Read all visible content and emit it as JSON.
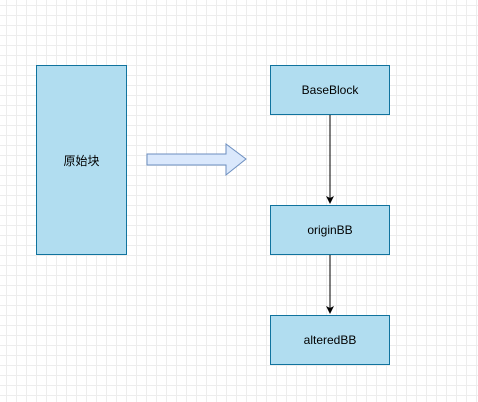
{
  "colors": {
    "node_fill": "#b1ddf0",
    "node_stroke": "#10739e",
    "arrow_fill": "#dae8fc",
    "arrow_stroke": "#6c8ebf",
    "edge": "#000000"
  },
  "nodes": {
    "original_block": {
      "label": "原始块"
    },
    "base_block": {
      "label": "BaseBlock"
    },
    "origin_bb": {
      "label": "originBB"
    },
    "altered_bb": {
      "label": "alteredBB"
    }
  },
  "edges": [
    {
      "from": "base_block",
      "to": "origin_bb"
    },
    {
      "from": "origin_bb",
      "to": "altered_bb"
    }
  ]
}
